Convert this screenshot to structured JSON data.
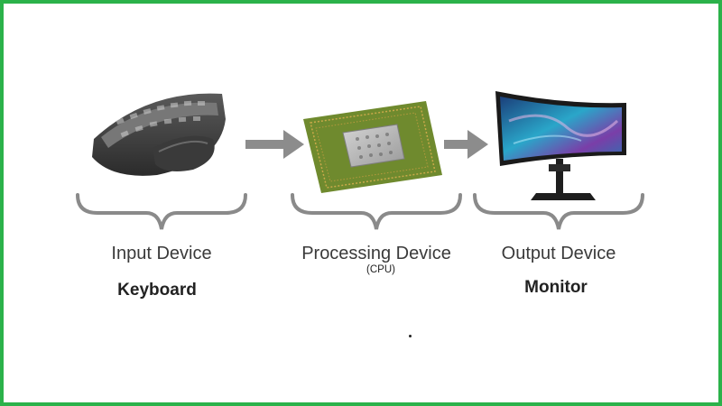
{
  "stages": [
    {
      "title": "Input Device",
      "subtitle": "",
      "name": "Keyboard",
      "icon": "keyboard-icon"
    },
    {
      "title": "Processing Device",
      "subtitle": "(CPU)",
      "name": "",
      "icon": "cpu-chip-icon"
    },
    {
      "title": "Output Device",
      "subtitle": "",
      "name": "Monitor",
      "icon": "monitor-icon"
    }
  ],
  "colors": {
    "border": "#2bb24a",
    "arrow": "#8c8c8c",
    "brace": "#8a8a8a",
    "chip_substrate": "#6f8a2e",
    "chip_die": "#b8b8b8",
    "screen_a": "#1b3f7a",
    "screen_b": "#2aa6c9",
    "screen_c": "#7a3ea8"
  }
}
